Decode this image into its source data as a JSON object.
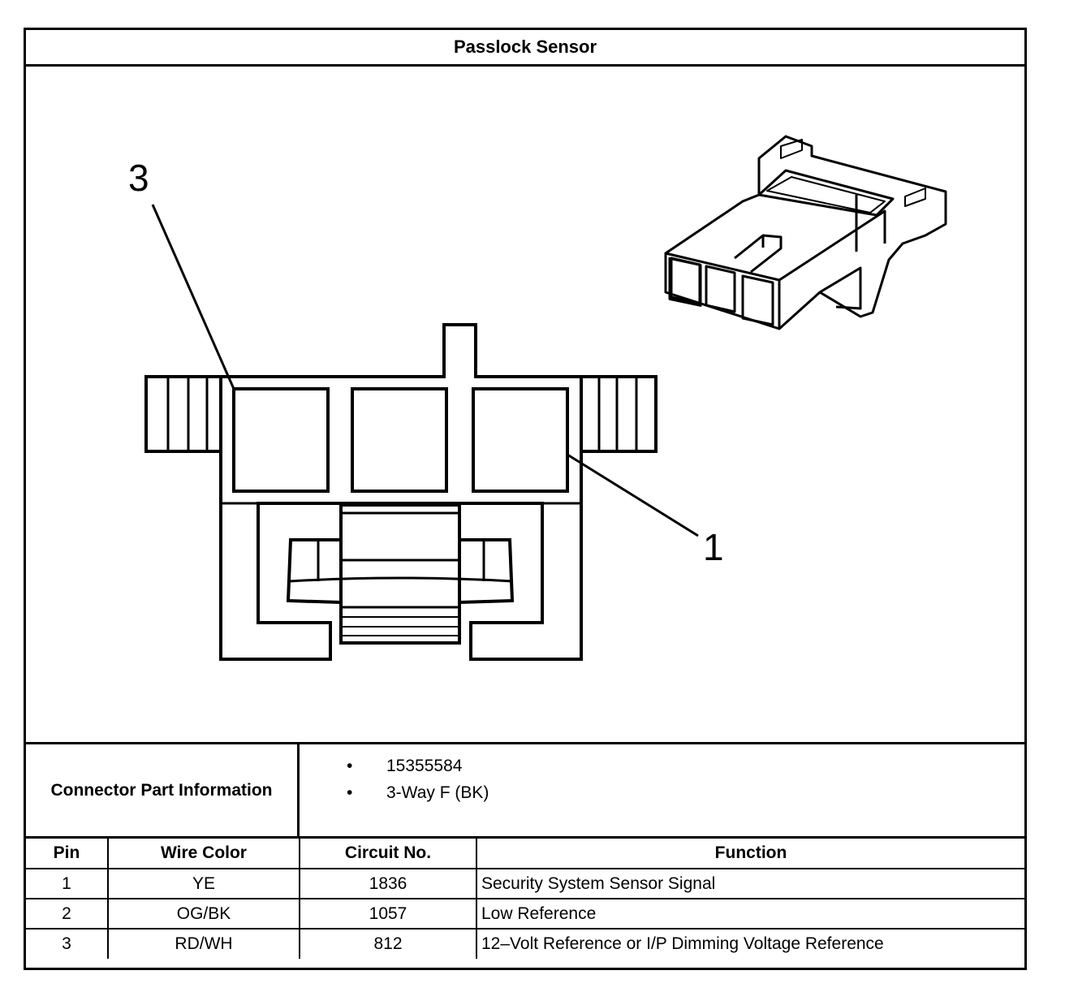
{
  "title": "Passlock Sensor",
  "callouts": [
    "3",
    "1"
  ],
  "connector_info": {
    "label": "Connector Part Information",
    "items": [
      "15355584",
      "3-Way F (BK)"
    ]
  },
  "table": {
    "headers": [
      "Pin",
      "Wire Color",
      "Circuit No.",
      "Function"
    ],
    "rows": [
      [
        "1",
        "YE",
        "1836",
        "Security System Sensor Signal"
      ],
      [
        "2",
        "OG/BK",
        "1057",
        "Low Reference"
      ],
      [
        "3",
        "RD/WH",
        "812",
        "12–Volt Reference or I/P Dimming Voltage Reference"
      ]
    ]
  }
}
